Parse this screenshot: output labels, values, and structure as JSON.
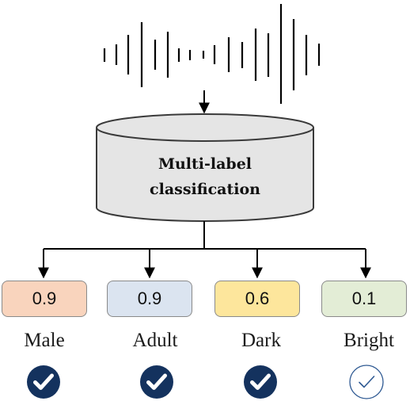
{
  "classifier": {
    "line1": "Multi-label",
    "line2": "classification"
  },
  "outputs": [
    {
      "score": "0.9",
      "label": "Male",
      "fill": "#f9d4bd",
      "selected": true,
      "check_icon": "check-circle-filled-icon"
    },
    {
      "score": "0.9",
      "label": "Adult",
      "fill": "#dbe4f0",
      "selected": true,
      "check_icon": "check-circle-filled-icon"
    },
    {
      "score": "0.6",
      "label": "Dark",
      "fill": "#fde69c",
      "selected": true,
      "check_icon": "check-circle-filled-icon"
    },
    {
      "score": "0.1",
      "label": "Bright",
      "fill": "#e3edd6",
      "selected": false,
      "check_icon": "check-circle-outline-icon"
    }
  ],
  "colors": {
    "cylinder_fill": "#e5e5e5",
    "check_fill": "#14325e",
    "check_outline": "#2f5a93",
    "line": "#000000"
  },
  "icons": {
    "waveform": "audio-waveform-icon",
    "database": "cylinder-icon"
  }
}
